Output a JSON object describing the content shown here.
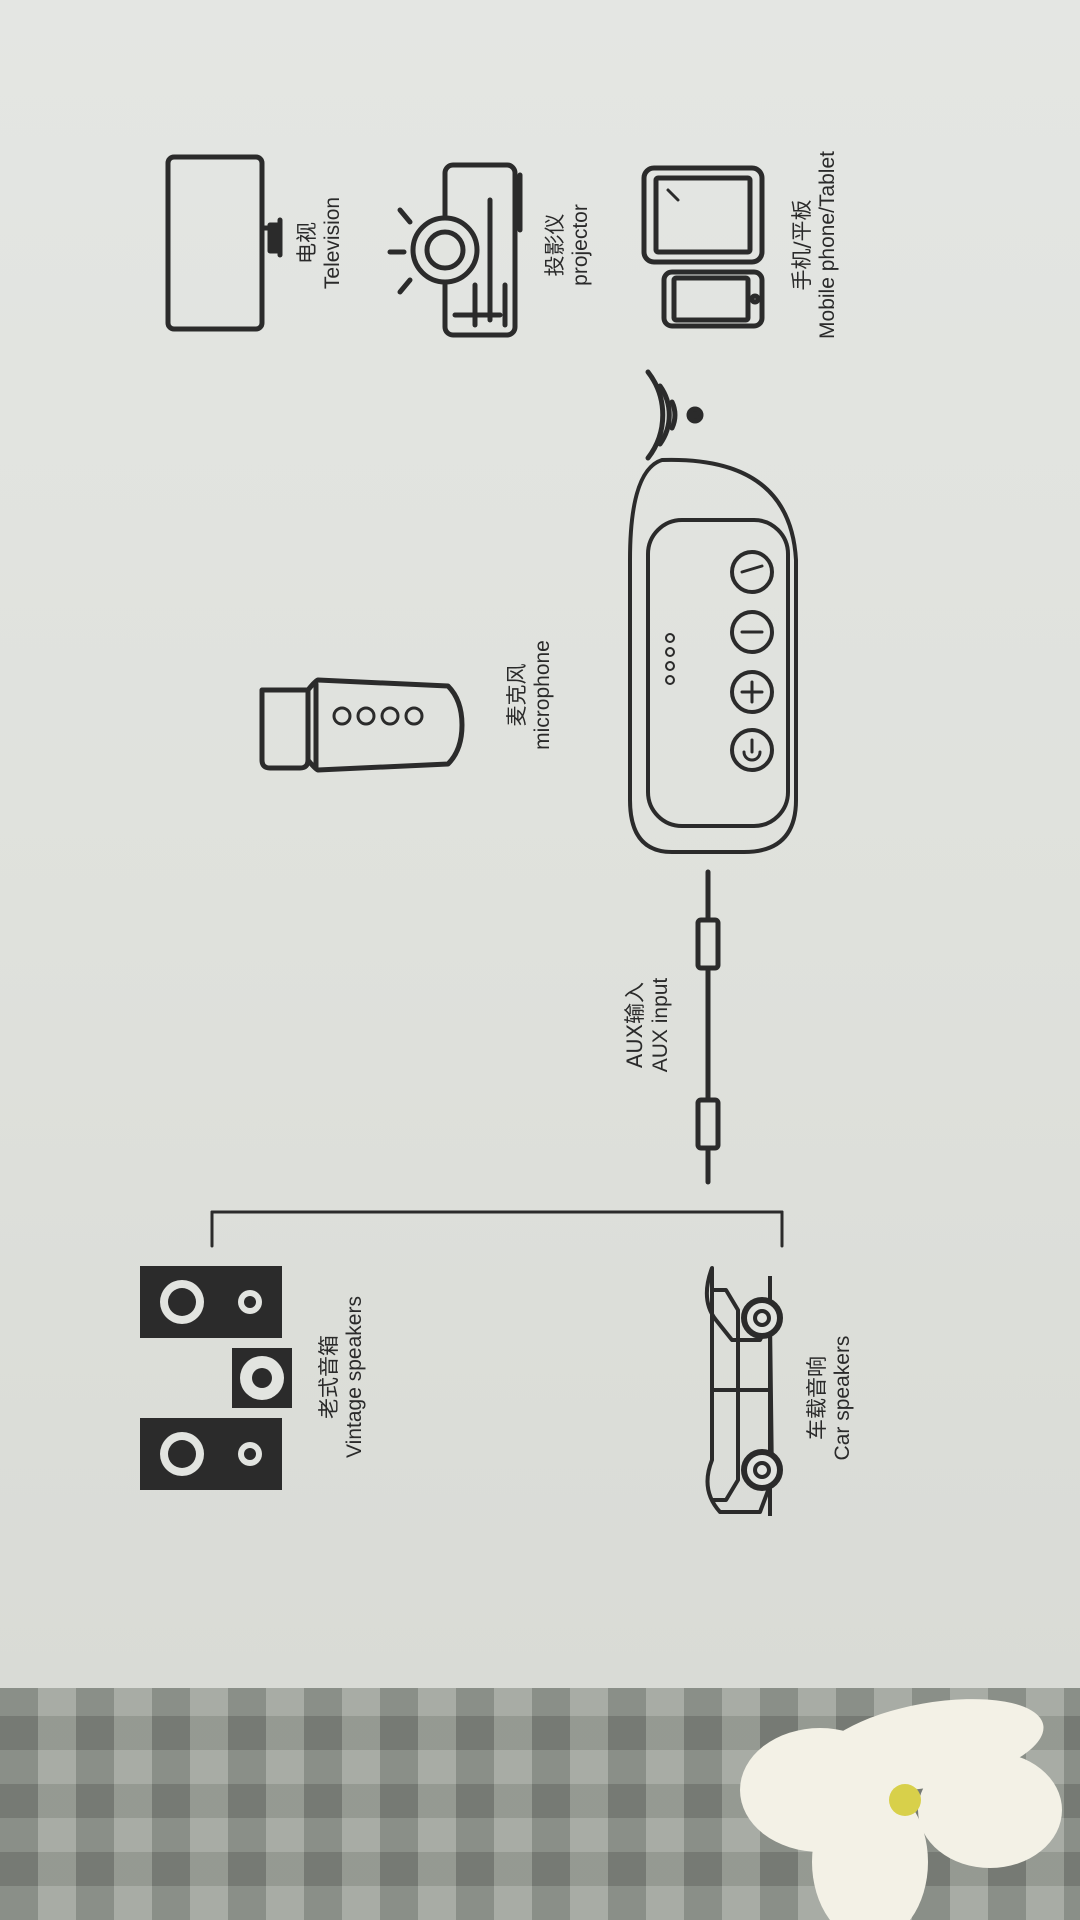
{
  "labels": {
    "television": {
      "cn": "电视",
      "en": "Television"
    },
    "projector": {
      "cn": "投影仪",
      "en": "projector"
    },
    "mobile": {
      "cn": "手机/平板",
      "en": "Mobile phone/Tablet"
    },
    "microphone": {
      "cn": "麦克风",
      "en": "microphone"
    },
    "aux": {
      "cn": "AUX输入",
      "en": "AUX input"
    },
    "vintage": {
      "cn": "老式音箱",
      "en": "Vintage speakers"
    },
    "car": {
      "cn": "车载音响",
      "en": "Car speakers"
    }
  },
  "icons": [
    "tv-icon",
    "projector-icon",
    "tablet-icon",
    "phone-icon",
    "microphone-icon",
    "wireless-icon",
    "receiver-device-icon",
    "aux-cable-icon",
    "vintage-speakers-icon",
    "car-icon"
  ],
  "colors": {
    "ink": "#2b2b2b",
    "paper": "#e2e4e0",
    "flower": "#f3f1e6"
  }
}
